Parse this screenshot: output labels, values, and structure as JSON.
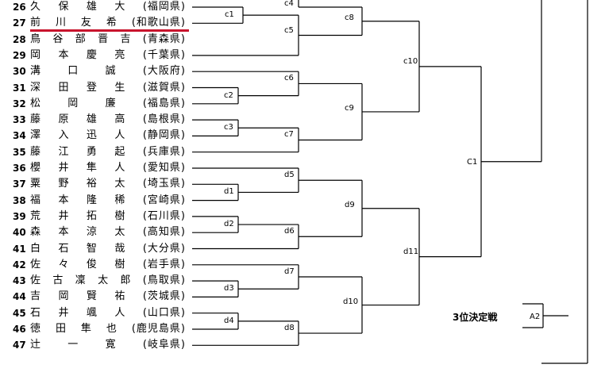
{
  "colors": {
    "line": "#000000",
    "highlight": "#c8142d"
  },
  "players": [
    {
      "no": "26",
      "name": [
        "久",
        "保",
        "雄",
        "大"
      ],
      "pref": "(福岡県)"
    },
    {
      "no": "27",
      "name": [
        "前",
        "川",
        "友",
        "希"
      ],
      "pref": "(和歌山県)",
      "highlighted": true
    },
    {
      "no": "28",
      "name": [
        "鳥",
        "谷",
        "部",
        "晋",
        "吉"
      ],
      "pref": "(青森県)"
    },
    {
      "no": "29",
      "name": [
        "岡",
        "本",
        "慶",
        "亮"
      ],
      "pref": "(千葉県)"
    },
    {
      "no": "30",
      "name": [
        "溝",
        "口",
        "誠"
      ],
      "pref": "(大阪府)"
    },
    {
      "no": "31",
      "name": [
        "深",
        "田",
        "登",
        "生"
      ],
      "pref": "(滋賀県)"
    },
    {
      "no": "32",
      "name": [
        "松",
        "岡",
        "廉"
      ],
      "pref": "(福島県)"
    },
    {
      "no": "33",
      "name": [
        "藤",
        "原",
        "雄",
        "高"
      ],
      "pref": "(島根県)"
    },
    {
      "no": "34",
      "name": [
        "澤",
        "入",
        "迅",
        "人"
      ],
      "pref": "(静岡県)"
    },
    {
      "no": "35",
      "name": [
        "藤",
        "江",
        "勇",
        "起"
      ],
      "pref": "(兵庫県)"
    },
    {
      "no": "36",
      "name": [
        "櫻",
        "井",
        "隼",
        "人"
      ],
      "pref": "(愛知県)"
    },
    {
      "no": "37",
      "name": [
        "粟",
        "野",
        "裕",
        "太"
      ],
      "pref": "(埼玉県)"
    },
    {
      "no": "38",
      "name": [
        "福",
        "本",
        "隆",
        "稀"
      ],
      "pref": "(宮崎県)"
    },
    {
      "no": "39",
      "name": [
        "荒",
        "井",
        "拓",
        "樹"
      ],
      "pref": "(石川県)"
    },
    {
      "no": "40",
      "name": [
        "森",
        "本",
        "涼",
        "太"
      ],
      "pref": "(高知県)"
    },
    {
      "no": "41",
      "name": [
        "白",
        "石",
        "智",
        "哉"
      ],
      "pref": "(大分県)"
    },
    {
      "no": "42",
      "name": [
        "佐",
        "々",
        "俊",
        "樹"
      ],
      "pref": "(岩手県)"
    },
    {
      "no": "43",
      "name": [
        "佐",
        "古",
        "凜",
        "太",
        "郎"
      ],
      "pref": "(鳥取県)"
    },
    {
      "no": "44",
      "name": [
        "吉",
        "岡",
        "賢",
        "祐"
      ],
      "pref": "(茨城県)"
    },
    {
      "no": "45",
      "name": [
        "石",
        "井",
        "颯",
        "人"
      ],
      "pref": "(山口県)"
    },
    {
      "no": "46",
      "name": [
        "徳",
        "田",
        "隼",
        "也"
      ],
      "pref": "(鹿児島県)"
    },
    {
      "no": "47",
      "name": [
        "辻",
        "一",
        "寛"
      ],
      "pref": "(岐阜県)"
    }
  ],
  "match_labels": {
    "c1": "c1",
    "c2": "c2",
    "c3": "c3",
    "c4": "c4",
    "c5": "c5",
    "c6": "c6",
    "c7": "c7",
    "c8": "c8",
    "c9": "c9",
    "c10": "c10",
    "C1": "C1",
    "d1": "d1",
    "d2": "d2",
    "d3": "d3",
    "d4": "d4",
    "d5": "d5",
    "d6": "d6",
    "d7": "d7",
    "d8": "d8",
    "d9": "d9",
    "d10": "d10",
    "d11": "d11",
    "A2": "A2"
  },
  "third_place": {
    "title": "3位決定戦",
    "code": "A2"
  }
}
